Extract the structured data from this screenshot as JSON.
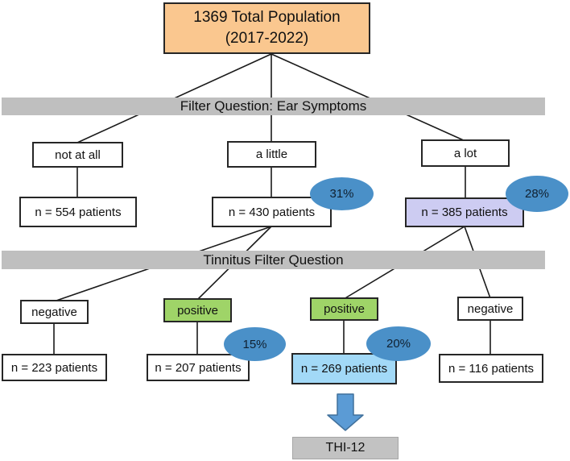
{
  "figure": {
    "root": {
      "line1": "1369 Total Population",
      "line2": "(2017-2022)"
    },
    "ear_filter": {
      "title": "Filter Question: Ear Symptoms",
      "branches": [
        {
          "answer": "not at all",
          "count": "n = 554 patients"
        },
        {
          "answer": "a little",
          "count": "n = 430 patients",
          "percent": "31%"
        },
        {
          "answer": "a lot",
          "count": "n = 385 patients",
          "percent": "28%"
        }
      ]
    },
    "tinnitus_filter": {
      "title": "Tinnitus Filter Question",
      "branches": [
        {
          "answer": "negative",
          "count": "n = 223 patients"
        },
        {
          "answer": "positive",
          "count": "n = 207 patients",
          "percent": "15%"
        },
        {
          "answer": "positive",
          "count": "n = 269 patients",
          "percent": "20%"
        },
        {
          "answer": "negative",
          "count": "n = 116 patients"
        }
      ]
    },
    "outcome": {
      "label": "THI-12"
    }
  },
  "colors": {
    "root_fill": "#FAC78F",
    "bar_fill": "#BFBFBF",
    "lavender_fill": "#CDCCF2",
    "green_fill": "#9FD468",
    "lightblue_fill": "#A2D9F7",
    "percent_ellipse_fill": "#4A90C8",
    "arrow_fill": "#5B9BD5",
    "arrow_border": "#41719C",
    "line_color": "#1A1A1A"
  }
}
